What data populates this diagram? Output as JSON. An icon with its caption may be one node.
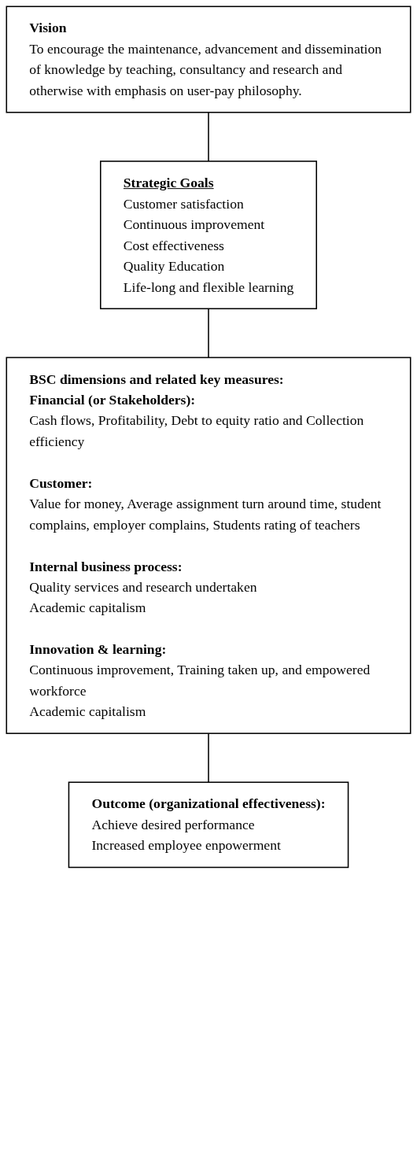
{
  "diagram": {
    "nodes": [
      {
        "text": [
          "Vision",
          "To encourage the maintenance, advancement and dissemination of knowledge by teaching, consultancy and research and otherwise with emphasis on user-pay philosophy."
        ]
      },
      {
        "text": [
          "Strategic Goals",
          "Customer satisfaction",
          "Continuous improvement",
          "Cost effectiveness",
          "Quality Education",
          "Life-long and flexible learning"
        ]
      },
      {
        "text": [
          "BSC dimensions and related key measures:",
          "Financial (or Stakeholders):",
          "Cash flows, Profitability, Debt to equity ratio and Collection efficiency",
          "Customer:",
          "Value for money, Average assignment turn around time, student complains, employer complains, Students rating of teachers",
          "Internal business process:",
          "Quality services and research undertaken",
          "Academic capitalism",
          "Innovation & learning:",
          "Continuous improvement, Training taken up, and empowered workforce",
          "Academic capitalism"
        ]
      },
      {
        "text": [
          "Outcome (organizational effectiveness):",
          "Achieve desired performance",
          "Increased employee enpowerment"
        ]
      }
    ],
    "edges": [
      {
        "from": 0,
        "to": 1,
        "arrow": "none"
      },
      {
        "from": 1,
        "to": 2,
        "arrow": "none"
      },
      {
        "from": 2,
        "to": 3,
        "arrow": "none"
      }
    ]
  }
}
